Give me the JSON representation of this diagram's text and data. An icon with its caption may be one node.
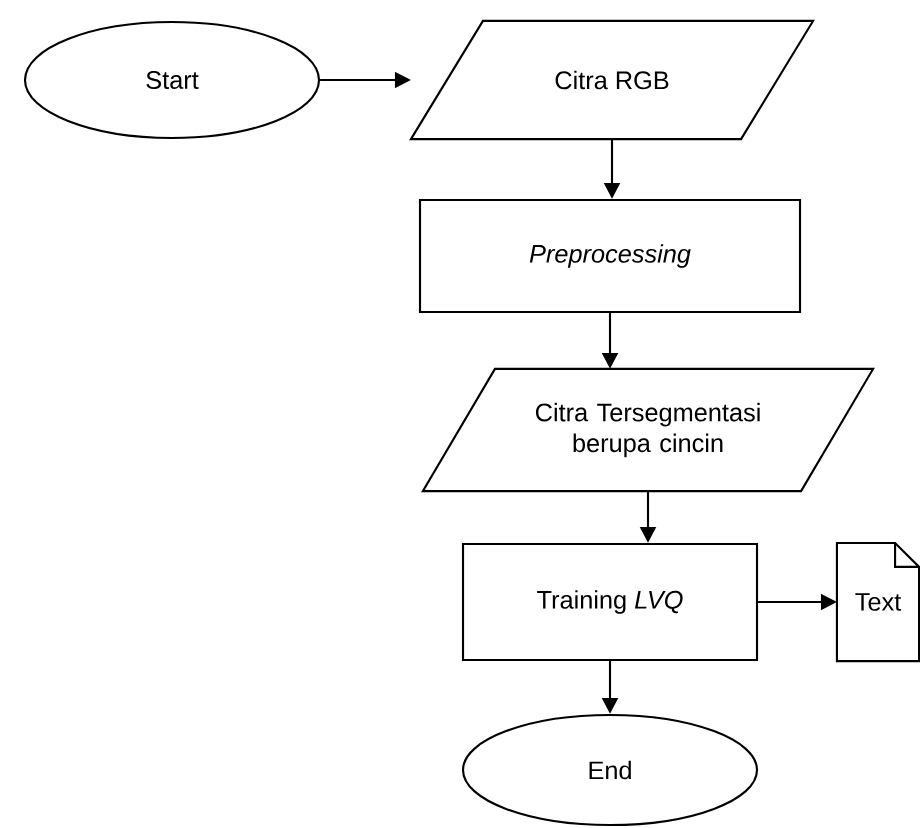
{
  "diagram": {
    "nodes": [
      {
        "text": [
          "Start"
        ]
      },
      {
        "text": [
          "Citra RGB"
        ]
      },
      {
        "text": [
          "Preprocessing"
        ]
      },
      {
        "text": [
          "Citra Tersegmentasi berupa cincin"
        ]
      },
      {
        "text": [
          "Training *LVQ*"
        ]
      },
      {
        "text": [
          "Text"
        ]
      },
      {
        "text": [
          "End"
        ]
      }
    ],
    "edges": [
      {
        "from": 0,
        "to": 1,
        "arrow": "to"
      },
      {
        "from": 1,
        "to": 2,
        "arrow": "to"
      },
      {
        "from": 2,
        "to": 3,
        "arrow": "to"
      },
      {
        "from": 3,
        "to": 4,
        "arrow": "to"
      },
      {
        "from": 4,
        "to": 5,
        "arrow": "to"
      },
      {
        "from": 4,
        "to": 6,
        "arrow": "to"
      }
    ]
  }
}
